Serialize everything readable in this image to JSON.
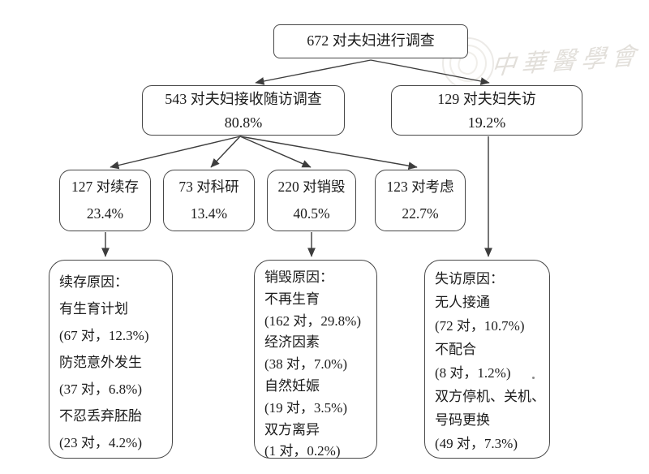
{
  "diagram": {
    "root": {
      "text": "672 对夫妇进行调查"
    },
    "level2": [
      {
        "text": "543 对夫妇接收随访调查",
        "pct": "80.8%"
      },
      {
        "text": "129 对夫妇失访",
        "pct": "19.2%"
      }
    ],
    "level3": [
      {
        "text": "127 对续存",
        "pct": "23.4%"
      },
      {
        "text": "73 对科研",
        "pct": "13.4%"
      },
      {
        "text": "220 对销毁",
        "pct": "40.5%"
      },
      {
        "text": "123 对考虑",
        "pct": "22.7%"
      }
    ],
    "reasons": [
      {
        "lines": [
          "续存原因：",
          "有生育计划",
          "(67 对，12.3%)",
          "防范意外发生",
          "(37 对，6.8%)",
          "不忍丢弃胚胎",
          "(23 对，4.2%)"
        ]
      },
      {
        "lines": [
          "销毁原因：",
          "不再生育",
          "(162 对，29.8%)",
          "经济因素",
          "(38 对，7.0%)",
          "自然妊娠",
          "(19 对，3.5%)",
          "双方离异",
          "(1 对，0.2%)"
        ]
      },
      {
        "lines": [
          "失访原因：",
          "无人接通",
          "(72 对，10.7%)",
          "不配合",
          "(8 对，1.2%)",
          "双方停机、关机、",
          "号码更换",
          "(49 对，7.3%)"
        ]
      }
    ],
    "watermark": {
      "text": "中華醫學會"
    },
    "colors": {
      "line": "#3d3d3d",
      "text": "#1b1b1b",
      "watermark": "#e2dfda"
    }
  }
}
